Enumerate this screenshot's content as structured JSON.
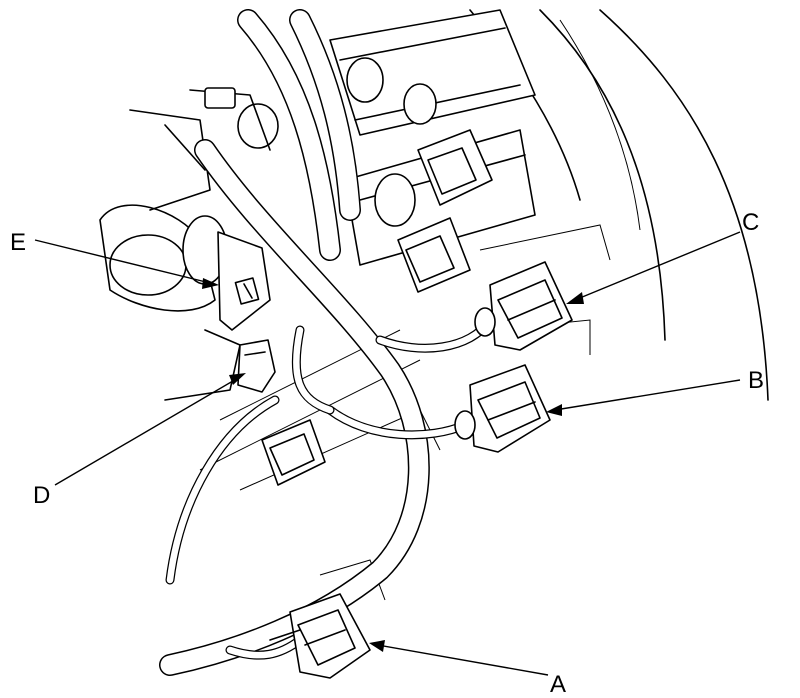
{
  "callouts": {
    "a": {
      "label": "A"
    },
    "b": {
      "label": "B"
    },
    "c": {
      "label": "C"
    },
    "d": {
      "label": "D"
    },
    "e": {
      "label": "E"
    }
  },
  "colors": {
    "ink": "#000000",
    "paper": "#ffffff"
  }
}
